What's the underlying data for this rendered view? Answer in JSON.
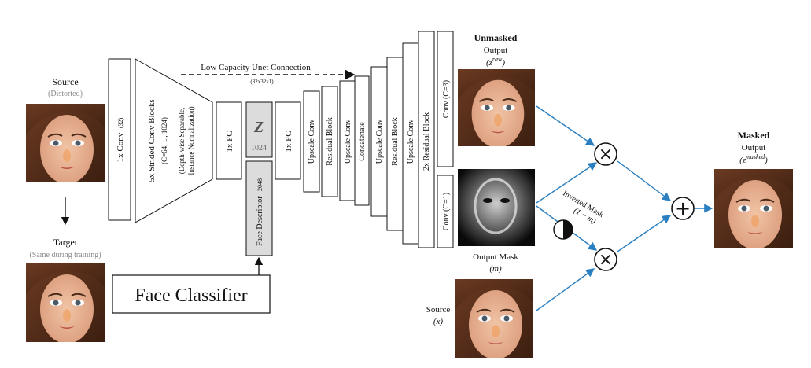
{
  "source": {
    "label": "Source",
    "sub": "(Distorted)"
  },
  "target": {
    "label": "Target",
    "sub": "(Same during training)"
  },
  "blocks": {
    "conv1": "1x Conv",
    "conv1_param": "(32)",
    "strided_title": "5x Strided Conv Blocks",
    "strided_param": "(C=64, ..., 1024)",
    "strided_note1": "(Depth-wise Separable,",
    "strided_note2": "Instance Normalization)",
    "fc1": "1x FC",
    "z": "Z",
    "z_dim": "1024",
    "fc2": "1x FC",
    "face_descriptor": "Face Descriptor",
    "face_descriptor_dim": "2048",
    "upscale1": "Upscale Conv",
    "residual1": "Residual Block",
    "upscale2": "Upscale Conv",
    "concatenate": "Concatenate",
    "upscale3": "Upscale Conv",
    "residual2": "Residual Block",
    "upscale4": "Upscale Conv",
    "residual2x": "2x Residual Block",
    "conv_c3": "Conv (C=3)",
    "conv_c1": "Conv (C=1)"
  },
  "unet": {
    "label": "Low Capacity Unet Connection",
    "size": "(32x32x1)"
  },
  "face_classifier": "Face Classifier",
  "unmasked": {
    "title": "Unmasked",
    "sub": "Output",
    "sym": "(z",
    "sup": "raw",
    "close": ")"
  },
  "output_mask": {
    "label": "Output Mask",
    "sym": "(m)"
  },
  "inverted_mask": {
    "label": "Inverted Mask",
    "sym": "(1 − m)"
  },
  "source_x": {
    "label": "Source",
    "sym": "(x)"
  },
  "masked": {
    "title": "Masked",
    "sub": "Output",
    "sym": "(z",
    "sup": "masked",
    "close": ")"
  },
  "ops": {
    "multiply": "×",
    "add": "+"
  },
  "colors": {
    "flow_arrow": "#2a7fc0",
    "gray_block": "#dcdcdc",
    "line": "#111111"
  }
}
